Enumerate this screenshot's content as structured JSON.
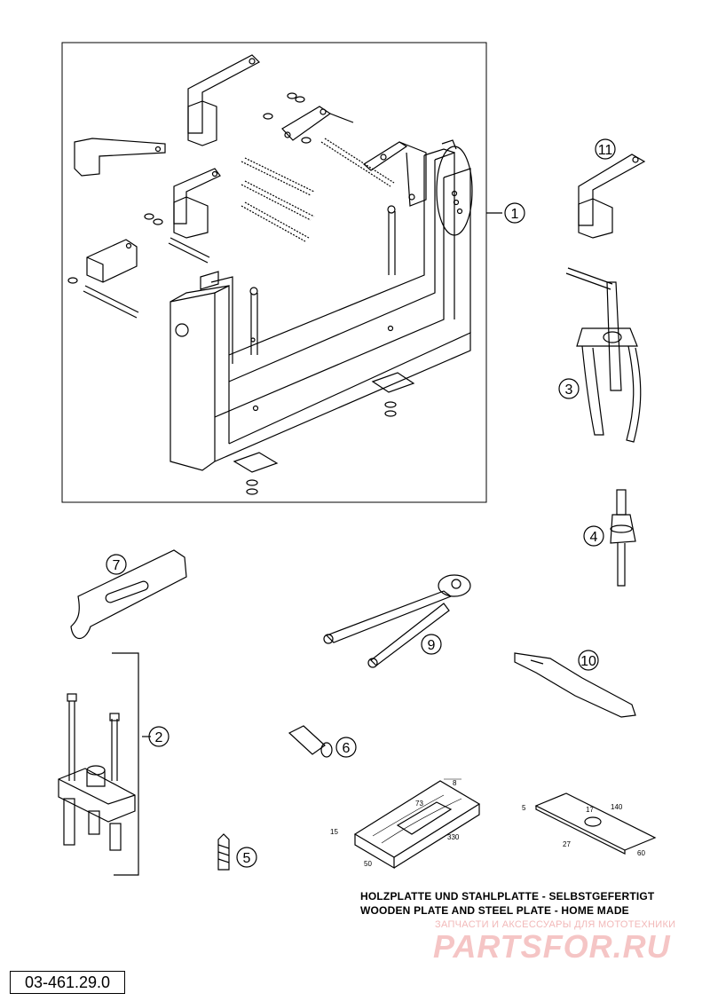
{
  "callouts": {
    "c1": "1",
    "c2": "2",
    "c3": "3",
    "c4": "4",
    "c5": "5",
    "c6": "6",
    "c7": "7",
    "c9": "9",
    "c10": "10",
    "c11": "11"
  },
  "wooden_plate": {
    "d_8": "8",
    "d_73": "73",
    "d_15": "15",
    "d_330": "330",
    "d_50": "50"
  },
  "steel_plate": {
    "d_5": "5",
    "d_140": "140",
    "d_17": "17",
    "d_27": "27",
    "d_60": "60"
  },
  "caption": {
    "line_de": "HOLZPLATTE UND STAHLPLATTE - SELBSTGEFERTIGT",
    "line_en": "WOODEN PLATE AND STEEL PLATE - HOME MADE"
  },
  "watermark": {
    "tagline": "ЗАПЧАСТИ И АКСЕССУАРЫ ДЛЯ МОТОТЕХНИКИ",
    "brand": "PARTSFOR.RU"
  },
  "document_number": "03-461.29.0",
  "colors": {
    "line": "#000000",
    "watermark": "#f5c5c5"
  }
}
